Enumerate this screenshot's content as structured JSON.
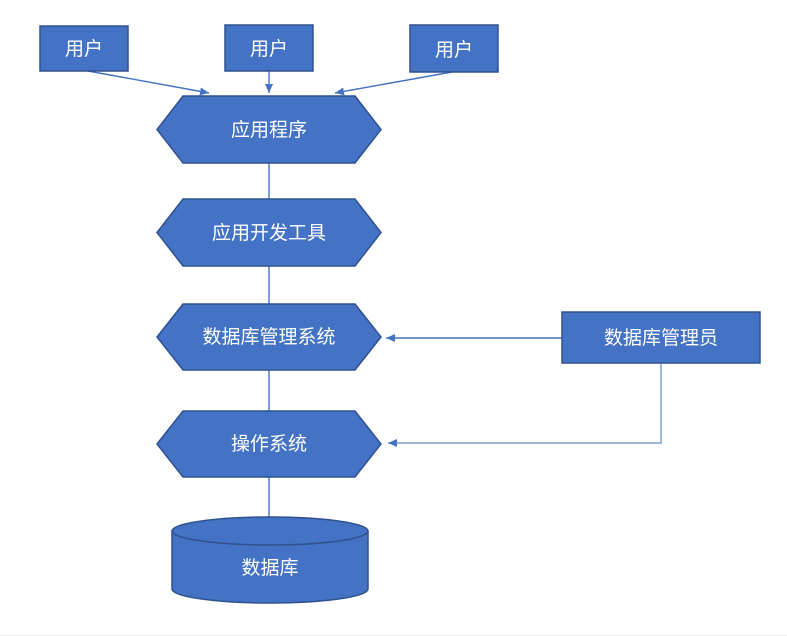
{
  "diagram": {
    "user_boxes": [
      {
        "label": "用户"
      },
      {
        "label": "用户"
      },
      {
        "label": "用户"
      }
    ],
    "hexagons": [
      {
        "label": "应用程序"
      },
      {
        "label": "应用开发工具"
      },
      {
        "label": "数据库管理系统"
      },
      {
        "label": "操作系统"
      }
    ],
    "admin_box": {
      "label": "数据库管理员"
    },
    "database_cylinder": {
      "label": "数据库"
    },
    "edges": [
      {
        "from": "user-1",
        "to": "应用程序",
        "style": "arrow"
      },
      {
        "from": "user-2",
        "to": "应用程序",
        "style": "arrow"
      },
      {
        "from": "user-3",
        "to": "应用程序",
        "style": "arrow"
      },
      {
        "from": "应用程序",
        "to": "应用开发工具",
        "style": "line"
      },
      {
        "from": "应用开发工具",
        "to": "数据库管理系统",
        "style": "line"
      },
      {
        "from": "数据库管理系统",
        "to": "操作系统",
        "style": "line"
      },
      {
        "from": "操作系统",
        "to": "数据库",
        "style": "line"
      },
      {
        "from": "数据库管理员",
        "to": "数据库管理系统",
        "style": "arrow"
      },
      {
        "from": "数据库管理员",
        "to": "操作系统",
        "style": "elbow-arrow-light"
      }
    ]
  },
  "colors": {
    "shape_fill": "#4472C4",
    "shape_stroke": "#2F528F",
    "connector": "#4472C4",
    "connector_light": "#8FAADC",
    "label_color": "#FFFFFF",
    "background": "#FFFFFF",
    "page_edge": "#E9E9E9"
  }
}
